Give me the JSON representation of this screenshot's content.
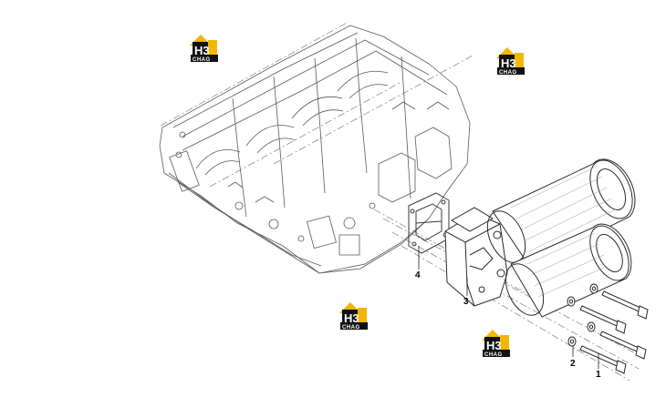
{
  "diagram": {
    "callouts": [
      {
        "id": "1",
        "label": "1"
      },
      {
        "id": "2",
        "label": "2"
      },
      {
        "id": "3",
        "label": "3"
      },
      {
        "id": "4",
        "label": "4"
      }
    ]
  },
  "watermark": {
    "top_text": "H3",
    "bottom_text": "CHAG",
    "colors": {
      "roof": "#f2b705",
      "box": "#111111",
      "accent": "#f2b705"
    }
  },
  "colors": {
    "line": "#4a4a4a",
    "leader": "#000000"
  }
}
